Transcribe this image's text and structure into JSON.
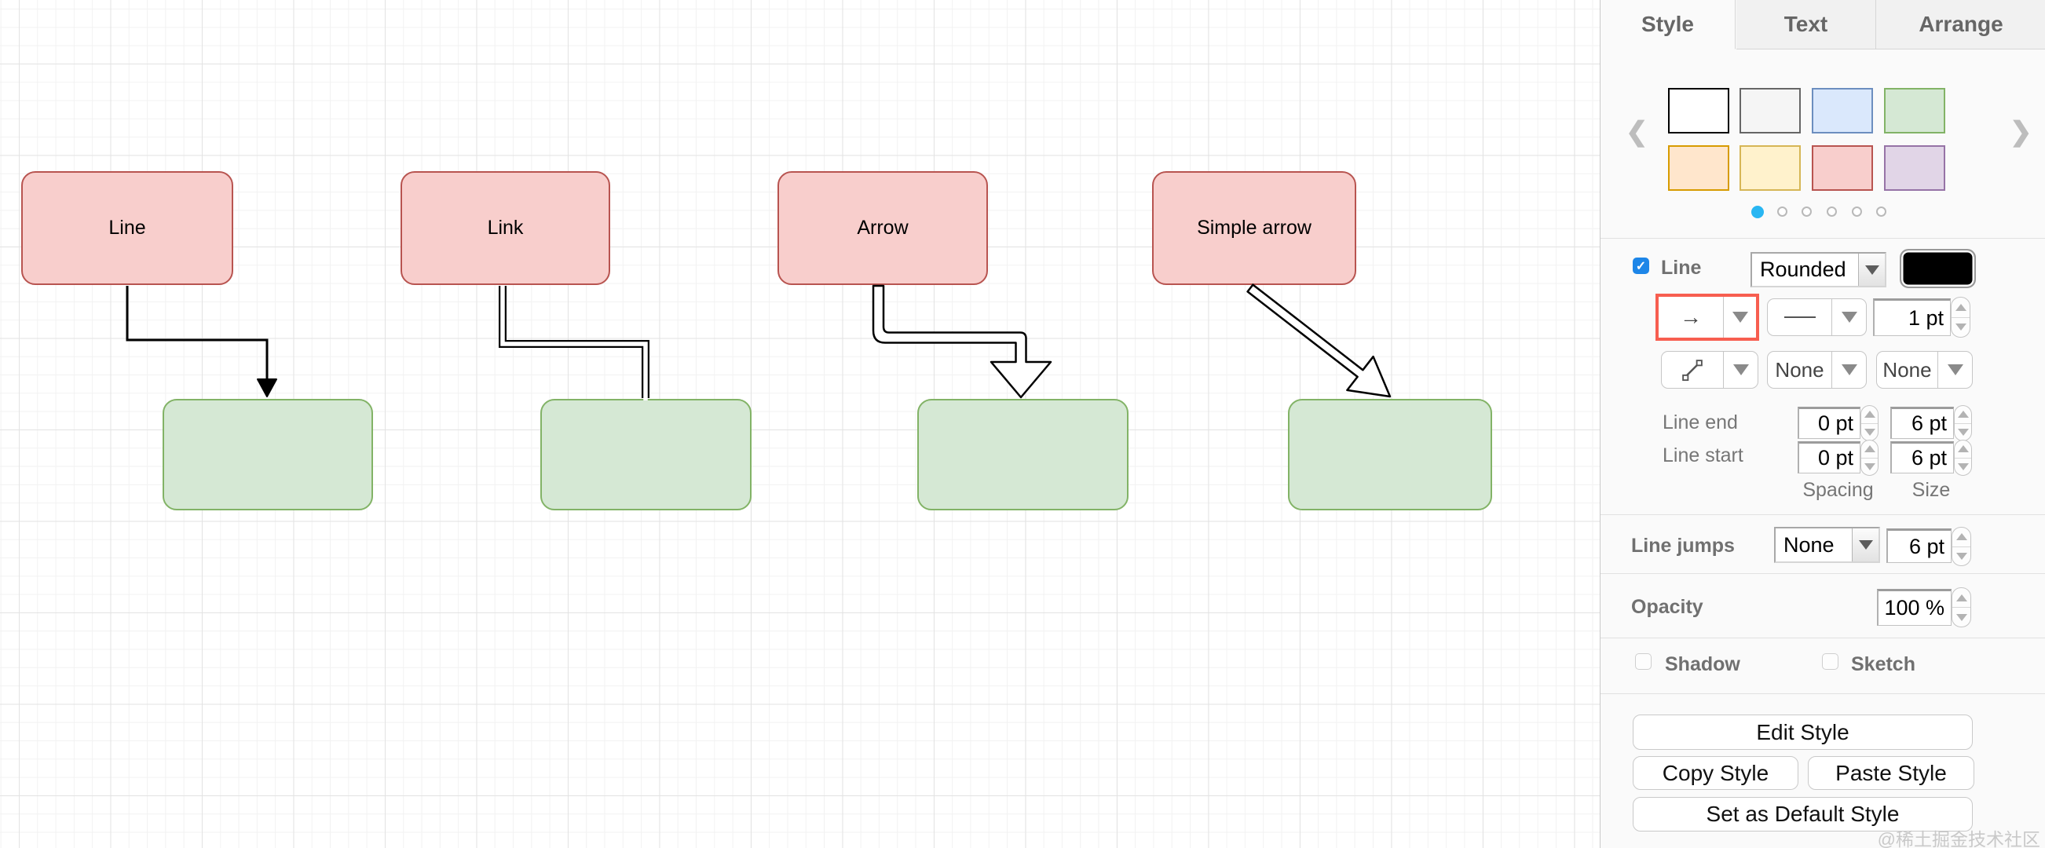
{
  "icons": {
    "check": "✓",
    "left_chevron": "❮",
    "right_chevron": "❯",
    "arrow_right": "→"
  },
  "panel": {
    "tabs": [
      {
        "label": "Style",
        "active": true
      },
      {
        "label": "Text",
        "active": false
      },
      {
        "label": "Arrange",
        "active": false
      }
    ],
    "swatches": [
      {
        "fill": "#ffffff",
        "stroke": "#000000",
        "css": "background:#ffffff;border:2.5px solid #000000"
      },
      {
        "fill": "#f5f5f5",
        "stroke": "#666666",
        "css": "background:#f5f5f5;border:2.5px solid #666666"
      },
      {
        "fill": "#dae8fc",
        "stroke": "#6c8ebf",
        "css": "background:#dae8fc;border:2.5px solid #6c8ebf"
      },
      {
        "fill": "#d5e8d4",
        "stroke": "#82b366",
        "css": "background:#d5e8d4;border:2.5px solid #82b366"
      },
      {
        "fill": "#ffe6cc",
        "stroke": "#d79b00",
        "css": "background:#ffe6cc;border:2.5px solid #d79b00"
      },
      {
        "fill": "#fff2cc",
        "stroke": "#d6b656",
        "css": "background:#fff2cc;border:2.5px solid #d6b656"
      },
      {
        "fill": "#f8cecc",
        "stroke": "#b85450",
        "css": "background:#f8cecc;border:2.5px solid #b85450"
      },
      {
        "fill": "#e1d5e7",
        "stroke": "#9673a6",
        "css": "background:#e1d5e7;border:2.5px solid #9673a6"
      }
    ],
    "pagination": {
      "count": 6,
      "active_index": 0,
      "active_color": "#29b6f2"
    },
    "line": {
      "label": "Line",
      "checked": true,
      "corner_style": "Rounded",
      "stroke_color": "#000000",
      "thickness": "1 pt",
      "waypoint_none_1": "None",
      "waypoint_none_2": "None",
      "line_end_label": "Line end",
      "line_start_label": "Line start",
      "line_end_spacing": "0 pt",
      "line_end_size": "6 pt",
      "line_start_spacing": "0 pt",
      "line_start_size": "6 pt",
      "spacing_label": "Spacing",
      "size_label": "Size",
      "selection_highlight": "#f75e50"
    },
    "line_jumps": {
      "label": "Line jumps",
      "value": "None",
      "size": "6 pt"
    },
    "opacity": {
      "label": "Opacity",
      "value": "100 %"
    },
    "shadow": {
      "label": "Shadow",
      "checked": false
    },
    "sketch": {
      "label": "Sketch",
      "checked": false
    },
    "buttons": {
      "edit": "Edit Style",
      "copy": "Copy Style",
      "paste": "Paste Style",
      "set_default": "Set as Default Style"
    }
  },
  "canvas": {
    "source_fill": "#f8cecc",
    "source_stroke": "#b85450",
    "target_fill": "#d5e8d4",
    "target_stroke": "#82b366",
    "sources": [
      {
        "label": "Line"
      },
      {
        "label": "Link"
      },
      {
        "label": "Arrow"
      },
      {
        "label": "Simple arrow"
      }
    ],
    "connectors": [
      {
        "type": "thin line with filled arrowhead"
      },
      {
        "type": "double parallel link line"
      },
      {
        "type": "hollow block arrow"
      },
      {
        "type": "straight hollow simple arrow"
      }
    ]
  },
  "watermark": "@稀土掘金技术社区"
}
